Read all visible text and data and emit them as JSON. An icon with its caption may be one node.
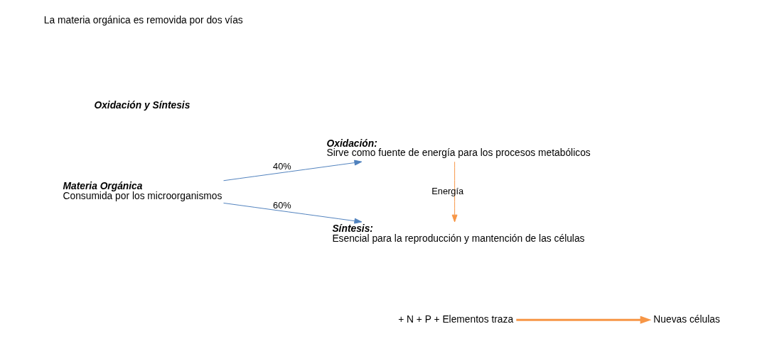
{
  "diagram": {
    "nodes": [
      {
        "text": [
          "Materia Orgánica",
          "Consumida por los microorganismos"
        ]
      },
      {
        "text": [
          "Oxidación:",
          "Sirve como fuente de energía para los procesos metabólicos"
        ]
      },
      {
        "text": [
          "Síntesis:",
          "Esencial para la reproducción y mantención de las células"
        ]
      },
      {
        "text": [
          "+ N + P + Elementos traza"
        ]
      },
      {
        "text": [
          "Nuevas células"
        ]
      }
    ],
    "edges": [
      {
        "from": 0,
        "to": 1,
        "arrow": "to",
        "label": "40%"
      },
      {
        "from": 0,
        "to": 2,
        "arrow": "to",
        "label": "60%"
      },
      {
        "from": 1,
        "to": 2,
        "arrow": "to",
        "label": "Energía",
        "color": "#f79646"
      },
      {
        "from": 3,
        "to": 4,
        "arrow": "to",
        "style": "thick",
        "color": "#f79646"
      }
    ],
    "labels": [
      "La materia orgánica es removida por dos vías",
      "Oxidación y Síntesis"
    ]
  }
}
